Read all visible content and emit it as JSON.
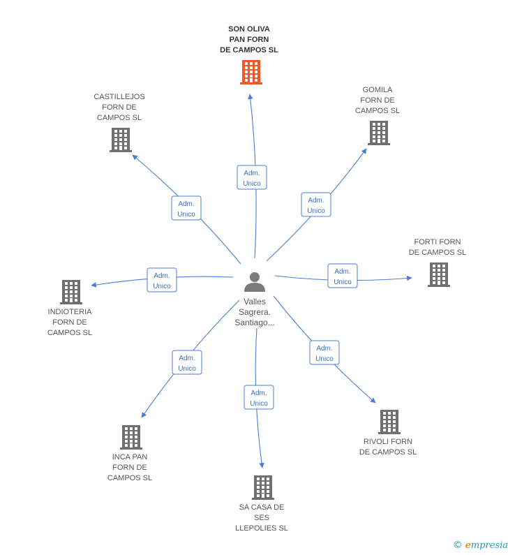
{
  "colors": {
    "line": "#4a7fd4",
    "building": "#6f6f6f",
    "focus_building": "#f0572b",
    "person": "#7a7a7a",
    "badge_border": "#4a7fd4",
    "badge_text": "#3f6fb8"
  },
  "icons": {
    "building": "building-icon",
    "person": "person-icon",
    "copyright": "copyright-icon"
  },
  "center": {
    "label": "Valles\nSagrera.\nSantiago..."
  },
  "nodes": [
    {
      "id": "son-oliva",
      "label": "SON OLIVA\nPAN FORN\nDE CAMPOS SL",
      "focus": true,
      "relation": "Adm.\nUnico"
    },
    {
      "id": "gomila",
      "label": "GOMILA\nFORN DE\nCAMPOS SL",
      "focus": false,
      "relation": "Adm.\nUnico"
    },
    {
      "id": "forti",
      "label": "FORTI FORN\nDE CAMPOS SL",
      "focus": false,
      "relation": "Adm.\nUnico"
    },
    {
      "id": "rivoli",
      "label": "RIVOLI FORN\nDE CAMPOS SL",
      "focus": false,
      "relation": "Adm.\nUnico"
    },
    {
      "id": "sa-casa",
      "label": "SA CASA DE\nSES\nLLEPOLIES SL",
      "focus": false,
      "relation": "Adm.\nUnico"
    },
    {
      "id": "inca-pan",
      "label": "INCA PAN\nFORN DE\nCAMPOS SL",
      "focus": false,
      "relation": "Adm.\nUnico"
    },
    {
      "id": "indioteria",
      "label": "INDIOTERIA\nFORN DE\nCAMPOS SL",
      "focus": false,
      "relation": "Adm.\nUnico"
    },
    {
      "id": "castillejos",
      "label": "CASTILLEJOS\nFORN DE\nCAMPOS SL",
      "focus": false,
      "relation": "Adm.\nUnico"
    }
  ],
  "footer": {
    "copyright": "©",
    "brand_first": "e",
    "brand_rest": "mpresia"
  }
}
